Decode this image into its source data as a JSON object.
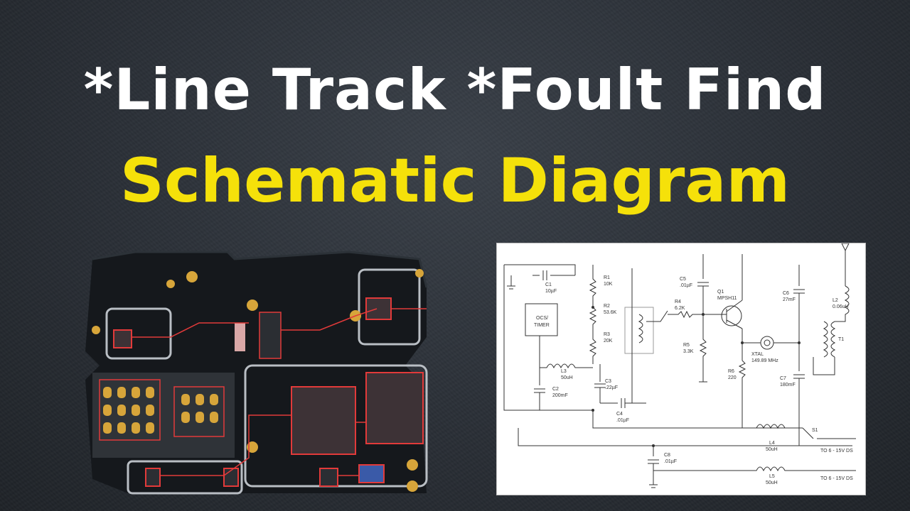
{
  "title_line1": "*Line Track *Foult Find",
  "title_line2": "Schematic Diagram",
  "colors": {
    "title_white": "#ffffff",
    "title_yellow": "#f5e10a",
    "background": "#2a2f36"
  },
  "schematic": {
    "labels": {
      "c1": "C1",
      "c1v": "10µF",
      "r1": "R1",
      "r1v": "10K",
      "r2": "R2",
      "r2v": "53.6K",
      "r3": "R3",
      "r3v": "20K",
      "ic1": "OCS/",
      "ic2": "TIMER",
      "l3": "L3",
      "l3v": "50uH",
      "c2": "C2",
      "c2v": "200mF",
      "c3": "C3",
      "c3v": ".22µF",
      "c4": "C4",
      "c4v": ".01µF",
      "c5": "C5",
      "c5v": ".01µF",
      "r4": "R4",
      "r4v": "6.2K",
      "r5": "R5",
      "r5v": "3.3K",
      "q1": "Q1",
      "q1v": "MPSH11",
      "xtal": "XTAL",
      "xtalv": "149.89 MHz",
      "r6": "R6",
      "r6v": "220",
      "c6": "C6",
      "c6v": "27mF",
      "c7": "C7",
      "c7v": "180mF",
      "l2": "L2",
      "l2v": "0.06uH",
      "t1": "T1",
      "c8": "C8",
      "c8v": ".01µF",
      "l4": "L4",
      "l4v": "50uH",
      "l5": "L5",
      "l5v": "50uH",
      "s1": "S1",
      "out1": "TO 6 - 15V DS",
      "out2": "TO 6 - 15V DS"
    }
  }
}
